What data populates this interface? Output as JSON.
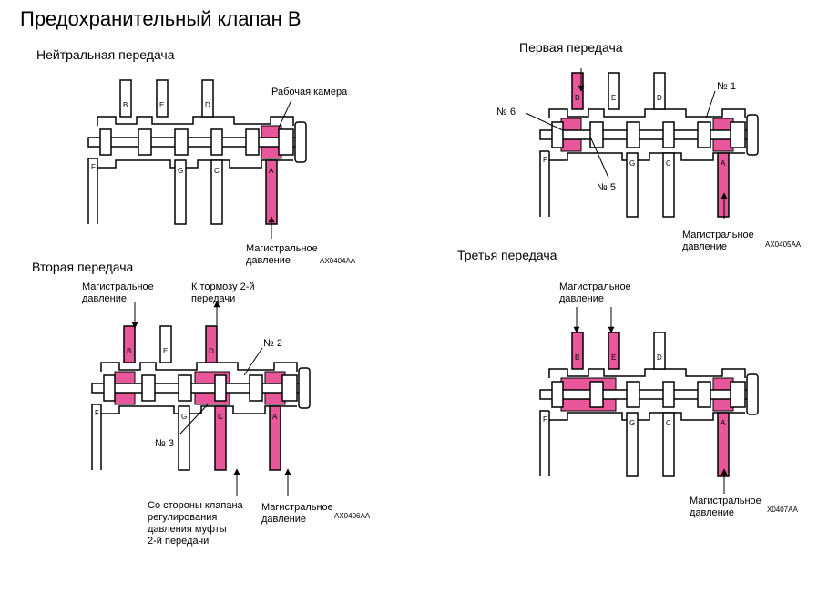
{
  "title": "Предохранительный клапан В",
  "colors": {
    "pressure": "#e8579a",
    "line": "#000000",
    "body": "#ffffff"
  },
  "panels": {
    "neutral": {
      "title": "Нейтральная передача",
      "callouts": {
        "chamber": "Рабочая камера",
        "mainline": [
          "Магистральное",
          "давление"
        ]
      },
      "code": "AX0404AA"
    },
    "first": {
      "title": "Первая передача",
      "callouts": {
        "n1": "№ 1",
        "n6": "№ 6",
        "n5": "№ 5",
        "mainline": [
          "Магистральное",
          "давление"
        ]
      },
      "code": "AX0405AA"
    },
    "second": {
      "title": "Вторая передача",
      "callouts": {
        "mainline_in": [
          "Магистральное",
          "давление"
        ],
        "brake": [
          "К тормозу 2-й",
          "передачи"
        ],
        "n2": "№ 2",
        "n3": "№ 3",
        "clutch_valve": [
          "Со стороны клапана",
          "регулирования",
          "давления муфты",
          "2-й передачи"
        ],
        "mainline": [
          "Магистральное",
          "давление"
        ]
      },
      "code": "AX0406AA"
    },
    "third": {
      "title": "Третья передача",
      "callouts": {
        "mainline_in": [
          "Магистральное",
          "давление"
        ],
        "mainline": [
          "Магистральное",
          "давление"
        ]
      },
      "code": "X0407AA"
    }
  },
  "port_letters": [
    "A",
    "B",
    "C",
    "D",
    "E",
    "F",
    "G"
  ]
}
